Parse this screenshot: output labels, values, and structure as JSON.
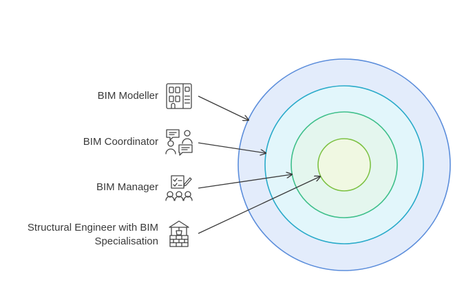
{
  "roles": [
    {
      "id": "bim-modeller",
      "lines": [
        "BIM Modeller"
      ],
      "icon": "building-icon"
    },
    {
      "id": "bim-coordinator",
      "lines": [
        "BIM Coordinator"
      ],
      "icon": "people-chat-icon"
    },
    {
      "id": "bim-manager",
      "lines": [
        "BIM Manager"
      ],
      "icon": "team-checklist-icon"
    },
    {
      "id": "structural-engineer",
      "lines": [
        "Structural Engineer with BIM",
        "Specialisation"
      ],
      "icon": "well-structure-icon"
    }
  ],
  "rings": [
    {
      "level": 1,
      "fill": "#e3ecfb",
      "stroke": "#5b8ddb"
    },
    {
      "level": 2,
      "fill": "#e2f6fb",
      "stroke": "#28aac9"
    },
    {
      "level": 3,
      "fill": "#e4f6ee",
      "stroke": "#3ebf8a"
    },
    {
      "level": 4,
      "fill": "#f0f8e2",
      "stroke": "#7cc142"
    }
  ],
  "colors": {
    "text": "#3a3a3a",
    "icon": "#444444",
    "arrow": "#3a3a3a"
  }
}
